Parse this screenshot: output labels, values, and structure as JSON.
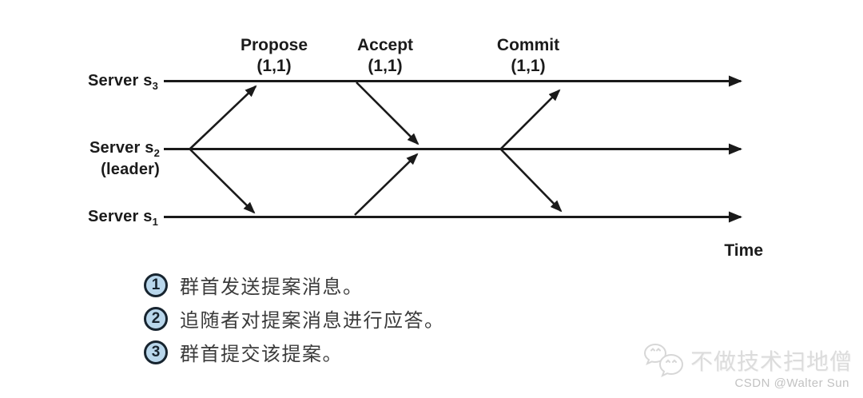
{
  "diagram": {
    "servers": [
      {
        "base": "Server s",
        "sub": "3"
      },
      {
        "base": "Server s",
        "sub": "2",
        "role": "(leader)"
      },
      {
        "base": "Server s",
        "sub": "1"
      }
    ],
    "phases": [
      {
        "name": "Propose",
        "value": "(1,1)"
      },
      {
        "name": "Accept",
        "value": "(1,1)"
      },
      {
        "name": "Commit",
        "value": "(1,1)"
      }
    ],
    "time_label": "Time"
  },
  "annotations": [
    {
      "num": "1",
      "text": "群首发送提案消息。"
    },
    {
      "num": "2",
      "text": "追随者对提案消息进行应答。"
    },
    {
      "num": "3",
      "text": "群首提交该提案。"
    }
  ],
  "watermark": {
    "icon": "wechat-chat-bubbles-icon",
    "brand": "不做技术扫地僧",
    "credit": "CSDN @Walter Sun"
  },
  "colors": {
    "diagram_ink": "#1a1a1a",
    "badge_fill": "#b9d7ec",
    "badge_border": "#17242f",
    "annotation_text": "#3b3b3b",
    "watermark_text": "#dcdcdc",
    "credit_text": "#c2c2c2"
  }
}
